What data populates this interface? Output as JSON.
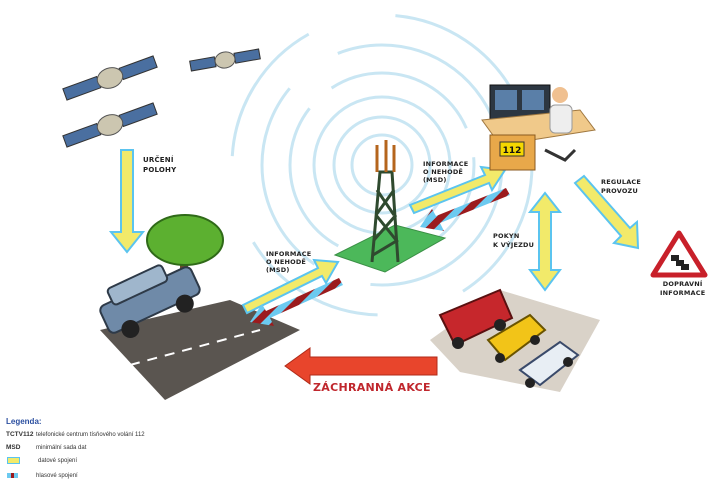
{
  "labels": {
    "location": [
      "URČENÍ",
      "POLOHY"
    ],
    "msd_left": [
      "INFORMACE",
      "O NEHODĚ",
      "(MSD)"
    ],
    "msd_right": [
      "INFORMACE",
      "O NEHODĚ",
      "(MSD)"
    ],
    "traffic_regulation": [
      "REGULACE",
      "PROVOZU"
    ],
    "dispatch": [
      "POKYN",
      "K VÝJEZDU"
    ],
    "traffic_info": [
      "DOPRAVNÍ",
      "INFORMACE"
    ],
    "rescue": "ZÁCHRANNÁ AKCE",
    "center_badge": "112"
  },
  "legend": {
    "title": "Legenda:",
    "items": [
      {
        "key": "TCTV112",
        "text": "telefonické centrum tísňového volání 112"
      },
      {
        "key": "MSD",
        "text": "minimální sada dat"
      },
      {
        "swatch": "data",
        "text": "datové spojení"
      },
      {
        "swatch": "voice",
        "text": "hlasové spojení"
      }
    ]
  },
  "colors": {
    "data_link": "#f2ea6a",
    "link_outline": "#5bc4ef",
    "voice_link_red": "#9b1b1e",
    "rescue_arrow": "#e8452c",
    "tower_pad": "#4cb85a",
    "road": "#5a5550"
  }
}
